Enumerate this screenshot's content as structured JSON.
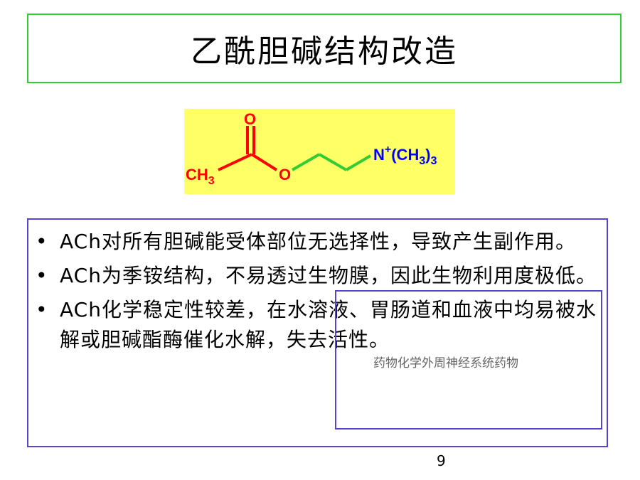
{
  "title": "乙酰胆碱结构改造",
  "structure": {
    "atom_o_top": "O",
    "atom_o_mid": "O",
    "ch3_c": "CH",
    "ch3_sub": "3",
    "n_label": "N",
    "n_charge": "+",
    "n_group_a": "(CH",
    "n_group_sub1": "3",
    "n_group_b": ")",
    "n_group_sub2": "3",
    "colors": {
      "red": "#ff0000",
      "green": "#33cc33",
      "blue": "#0000ff",
      "background": "#ffff66"
    }
  },
  "bullets": [
    {
      "text": "ACh对所有胆碱能受体部位无选择性，导致产生副作用。"
    },
    {
      "text": "ACh为季铵结构，不易透过生物膜，因此生物利用度极低。"
    },
    {
      "text": "ACh化学稳定性较差，在水溶液、胃肠道和血液中均易被水解或胆碱酯酶催化水解，失去活性。"
    }
  ],
  "bullet_marker": "•",
  "overlay_caption": "药物化学外周神经系统药物",
  "page_number": "9"
}
